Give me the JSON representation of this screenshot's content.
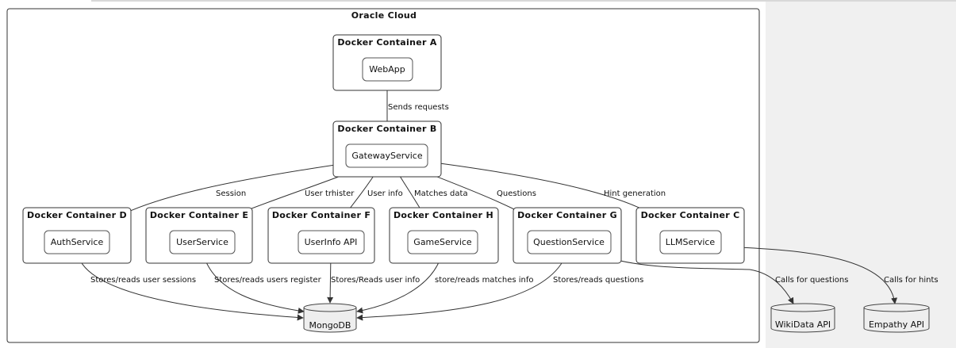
{
  "cloud": {
    "title": "Oracle Cloud"
  },
  "containers": [
    {
      "id": "A",
      "title": "Docker Container A",
      "service": "WebApp"
    },
    {
      "id": "B",
      "title": "Docker Container B",
      "service": "GatewayService"
    },
    {
      "id": "D",
      "title": "Docker Container D",
      "service": "AuthService"
    },
    {
      "id": "E",
      "title": "Docker Container E",
      "service": "UserService"
    },
    {
      "id": "F",
      "title": "Docker Container F",
      "service": "UserInfo API"
    },
    {
      "id": "H",
      "title": "Docker Container H",
      "service": "GameService"
    },
    {
      "id": "G",
      "title": "Docker Container G",
      "service": "QuestionService"
    },
    {
      "id": "C",
      "title": "Docker Container C",
      "service": "LLMService"
    }
  ],
  "databases": {
    "mongo": "MongoDB",
    "wikidata": "WikiData API",
    "empathy": "Empathy API"
  },
  "edges": {
    "webapp_gateway": "Sends requests",
    "gateway_auth": "Session",
    "gateway_user": "User trhister",
    "gateway_userinfo": "User info",
    "gateway_game": "Matches data",
    "gateway_question": "Questions",
    "gateway_llm": "Hint generation",
    "auth_mongo": "Stores/reads user sessions",
    "user_mongo": "Stores/reads users register",
    "userinfo_mongo": "Stores/Reads user info",
    "game_mongo": "store/reads matches info",
    "question_mongo": "Stores/reads questions",
    "question_wikidata": "Calls for questions",
    "llm_empathy": "Calls for hints"
  },
  "colors": {
    "background": "#f0f0f0",
    "canvas": "#ffffff",
    "stroke": "#333333",
    "db_fill": "#eeeeee"
  }
}
